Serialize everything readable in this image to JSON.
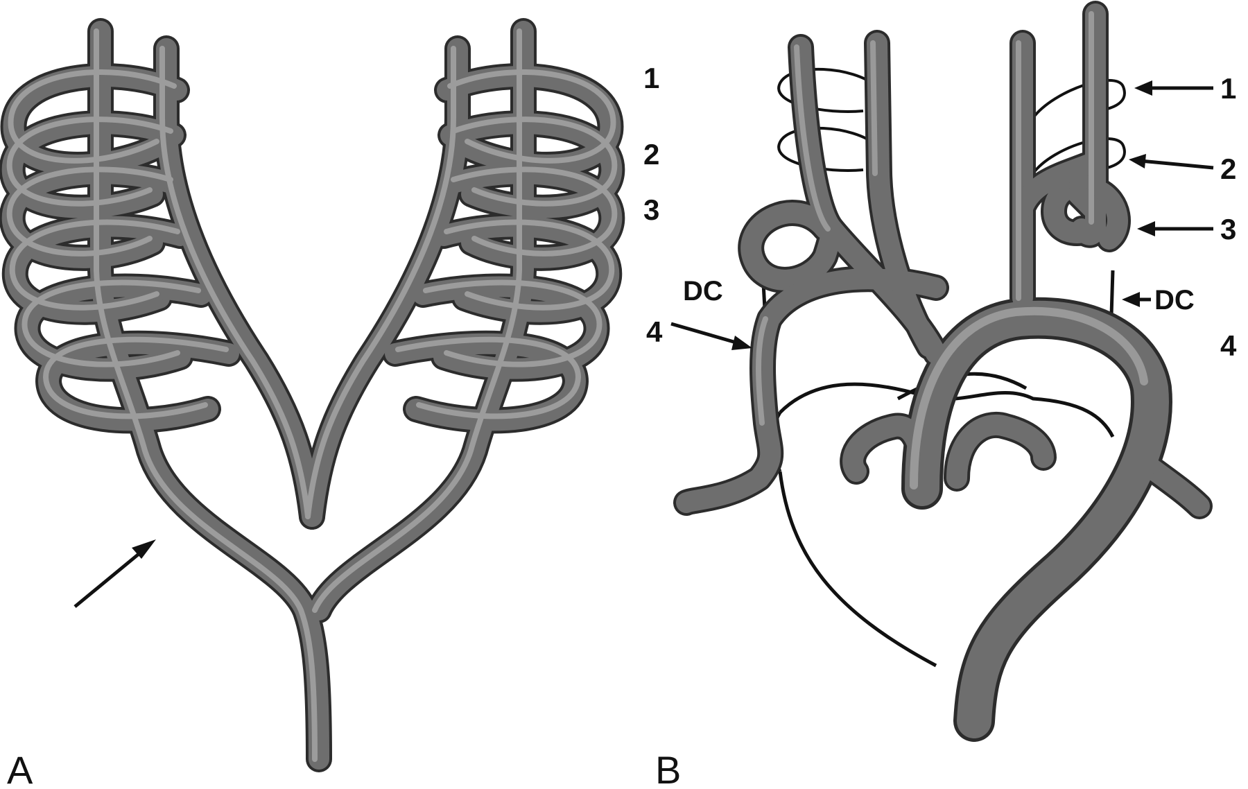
{
  "panel_a": {
    "label": "A",
    "arch_numbers": [
      "1",
      "2",
      "3"
    ]
  },
  "panel_b": {
    "label": "B",
    "arrow_labels": [
      "1",
      "2",
      "3"
    ],
    "dc_left": "DC",
    "dc_right": "DC",
    "num4_left": "4",
    "num4_right": "4"
  },
  "colors": {
    "vessel": "#6e6e6e",
    "vessel_edge": "#2c2c2c",
    "vessel_highlight": "#a4a4a4",
    "ink": "#111111",
    "background": "#ffffff"
  }
}
